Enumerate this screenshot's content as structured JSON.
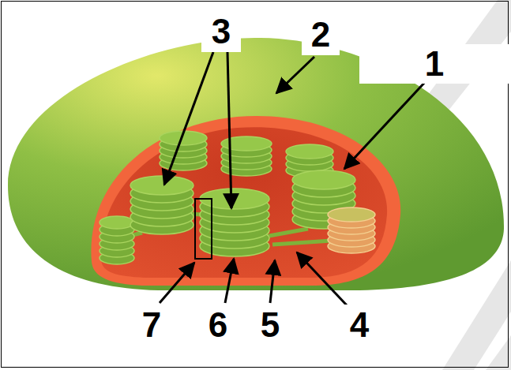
{
  "diagram": {
    "labels": [
      "3",
      "2",
      "1",
      "7",
      "6",
      "5",
      "4"
    ]
  }
}
